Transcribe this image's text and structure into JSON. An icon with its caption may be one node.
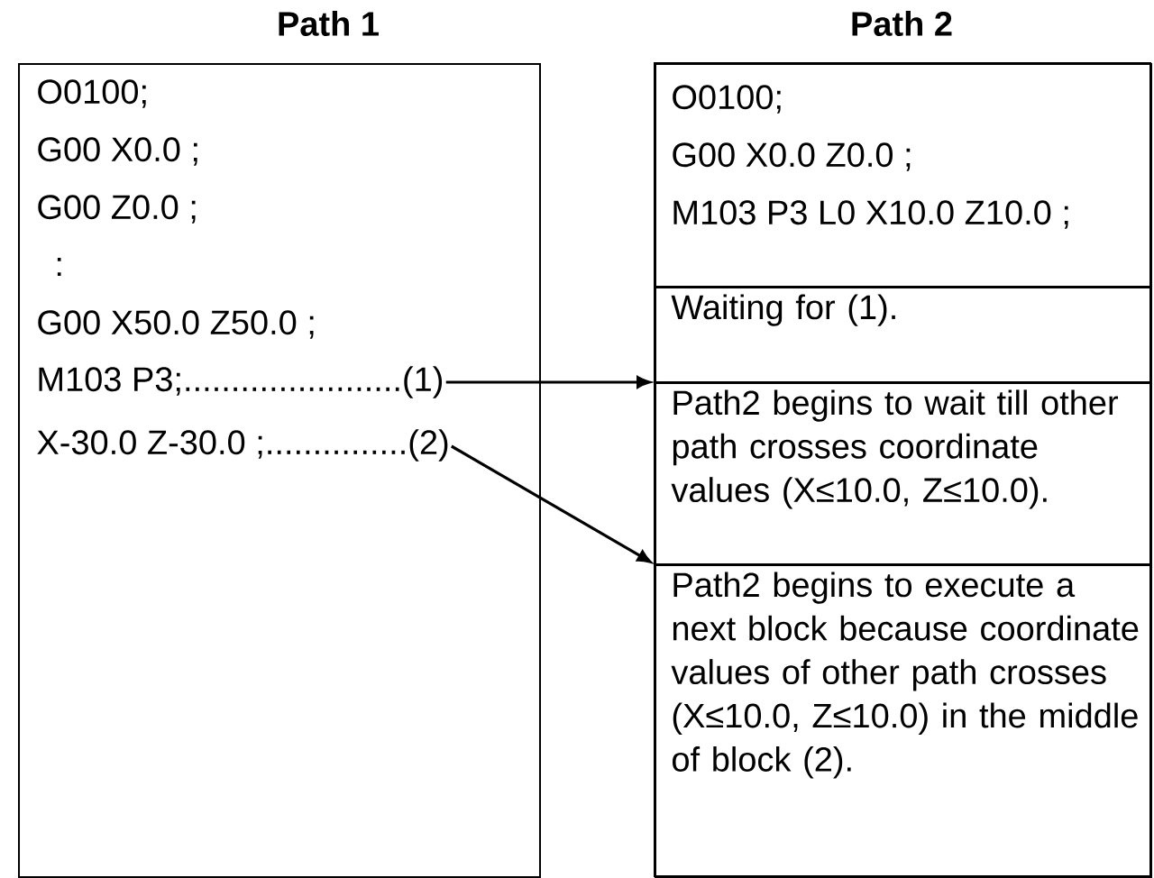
{
  "diagram": {
    "nodes": [
      {
        "text": [
          "Path 1",
          "O0100;",
          "G00 X0.0 ;",
          "G00 Z0.0 ;",
          ":",
          "G00 X50.0 Z50.0 ;"
        ]
      },
      {
        "text": [
          "M103 P3;.......................(1)"
        ],
        "in": 0
      },
      {
        "text": [
          "X-30.0 Z-30.0 ;...............(2)"
        ],
        "in": 0
      },
      {
        "text": [
          "Path 2"
        ]
      },
      {
        "text": [
          "O0100;",
          "G00 X0.0 Z0.0 ;",
          "M103 P3 L0 X10.0 Z10.0 ;"
        ],
        "in": 3
      },
      {
        "text": [
          "Waiting for (1)."
        ],
        "in": 3
      },
      {
        "text": [
          "Path2 begins to wait till other path crosses coordinate values (X≤10.0, Z≤10.0)."
        ],
        "in": 3
      },
      {
        "text": [
          "Path2 begins to execute a next block because coordinate values of other path crosses (X≤10.0, Z≤10.0) in the middle of block (2)."
        ],
        "in": 3
      }
    ],
    "edges": [
      {
        "from": 1,
        "to": 6,
        "arrow": "to"
      },
      {
        "from": 2,
        "to": 7,
        "arrow": "to"
      }
    ]
  }
}
